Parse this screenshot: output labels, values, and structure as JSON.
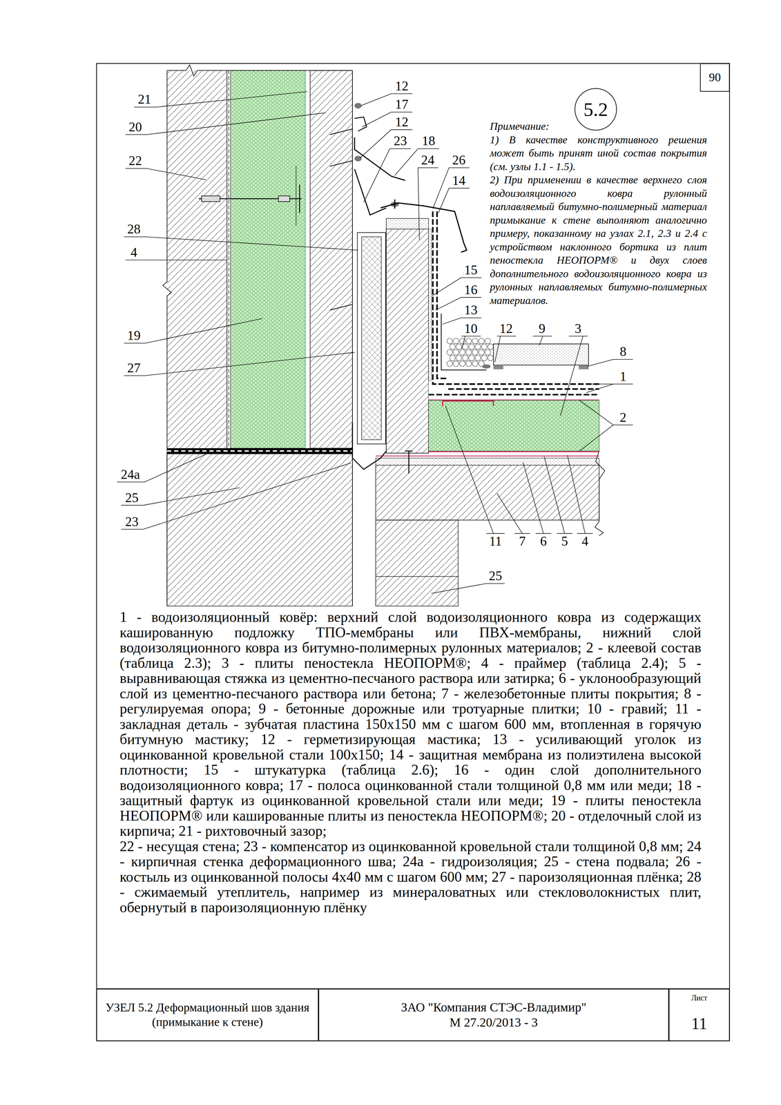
{
  "diagram": {
    "nodes": [
      {
        "text": [
          "90"
        ]
      },
      {
        "text": [
          "5.2"
        ]
      },
      {
        "text": [
          "УЗЕЛ 5.2 Деформационный шов здания (примыкание к стене)"
        ]
      },
      {
        "text": [
          "ЗАО \"Компания СТЭС-Владимир\"",
          "М 27.20/2013 - 3"
        ]
      },
      {
        "text": [
          "Лист",
          "11"
        ]
      }
    ],
    "labels": [
      "21",
      "20",
      "22",
      "28",
      "4",
      "19",
      "27",
      "24а",
      "25",
      "23",
      "12",
      "17",
      "12",
      "23",
      "18",
      "24",
      "26",
      "14",
      "15",
      "16",
      "13",
      "10",
      "12",
      "9",
      "3",
      "8",
      "1",
      "2",
      "11",
      "7",
      "6",
      "5",
      "4",
      "25",
      "Примечание:",
      "1) В качестве конструктивного решения может быть принят иной состав покрытия (см. узлы 1.1 - 1.5).",
      "2) При применении в качестве верхнего слоя водоизоляционного ковра рулонный наплавляемый битумно-полимерный материал примыкание к стене выполняют аналогично примеру, показанному на узлах 2.1, 2.3 и 2.4 с устройством наклонного бортика из плит пеностекла НЕОПОРМ® и двух слоев дополнительного водоизоляционного ковра из рулонных наплавляемых битумно-полимерных материалов.",
      "1 - водоизоляционный ковёр: верхний слой водоизоляционного ковра из содержащих кашированную подложку ТПО-мембраны или ПВХ-мембраны, нижний слой водоизоляционного ковра из битумно-полимерных рулонных материалов; 2 - клеевой состав (таблица 2.3); 3 - плиты пеностекла НЕОПОРМ®; 4 - праймер (таблица 2.4); 5 - выравнивающая стяжка из цементно-песчаного раствора или затирка; 6 - уклонообразующий слой из цементно-песчаного раствора или бетона; 7 - железобетонные плиты покрытия; 8 - регулируемая опора; 9 - бетонные дорожные или тротуарные плитки; 10 - гравий; 11 - закладная деталь - зубчатая пластина 150х150 мм с шагом 600 мм, втопленная в горячую битумную мастику; 12 - герметизирующая мастика; 13 - усиливающий уголок из оцинкованной кровельной стали 100х150; 14 - защитная мембрана из полиэтилена высокой плотности; 15 - штукатурка (таблица 2.6); 16 - один слой дополнительного водоизоляционного ковра; 17 - полоса оцинкованной стали толщиной 0,8 мм или меди; 18 - защитный фартук из оцинкованной кровельной стали или меди; 19 - плиты пеностекла НЕОПОРМ® или кашированные плиты из пеностекла НЕОПОРМ®; 20 - отделочный слой из кирпича; 21 - рихтовочный зазор;",
      "22 - несущая стена; 23 - компенсатор из оцинкованной кровельной стали толщиной 0,8 мм; 24 - кирпичная стенка деформационного шва; 24а - гидроизоляция; 25 - стена подвала; 26 - костыль из оцинкованной полосы 4х40 мм с шагом 600 мм; 27 - пароизоляционная плёнка; 28 - сжимаемый утеплитель, например из минераловатных или стекловолокнистых плит, обернутый в пароизоляционную плёнку"
    ]
  }
}
